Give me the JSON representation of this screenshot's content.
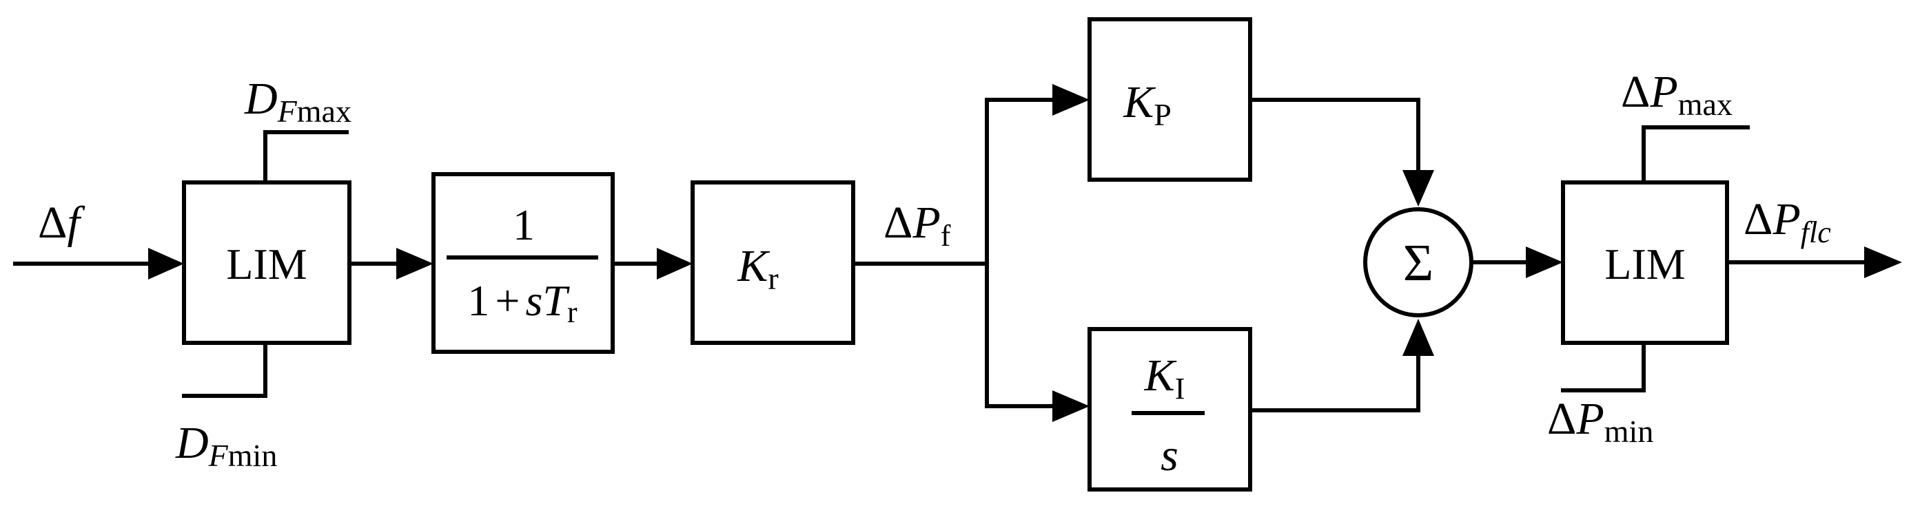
{
  "input": {
    "delta": "Δ",
    "var": "f"
  },
  "limiter1": {
    "label": "LIM",
    "upper_main": "D",
    "upper_sub_italic": "F",
    "upper_sub": "max",
    "lower_main": "D",
    "lower_sub_italic": "F",
    "lower_sub": "min"
  },
  "filter": {
    "numerator": "1",
    "den_one": "1",
    "den_plus": "+",
    "den_s": "s",
    "den_T": "T",
    "den_sub": "r"
  },
  "gain_r": {
    "main": "K",
    "sub": "r"
  },
  "signal_pf": {
    "delta": "Δ",
    "main": "P",
    "sub": "f"
  },
  "gain_p": {
    "main": "K",
    "sub": "P"
  },
  "integrator": {
    "num_main": "K",
    "num_sub": "I",
    "den": "s"
  },
  "summer": {
    "symbol": "Σ"
  },
  "limiter2": {
    "label": "LIM",
    "upper_delta": "Δ",
    "upper_main": "P",
    "upper_sub": "max",
    "lower_delta": "Δ",
    "lower_main": "P",
    "lower_sub": "min"
  },
  "output": {
    "delta": "Δ",
    "main": "P",
    "sub": "flc"
  }
}
